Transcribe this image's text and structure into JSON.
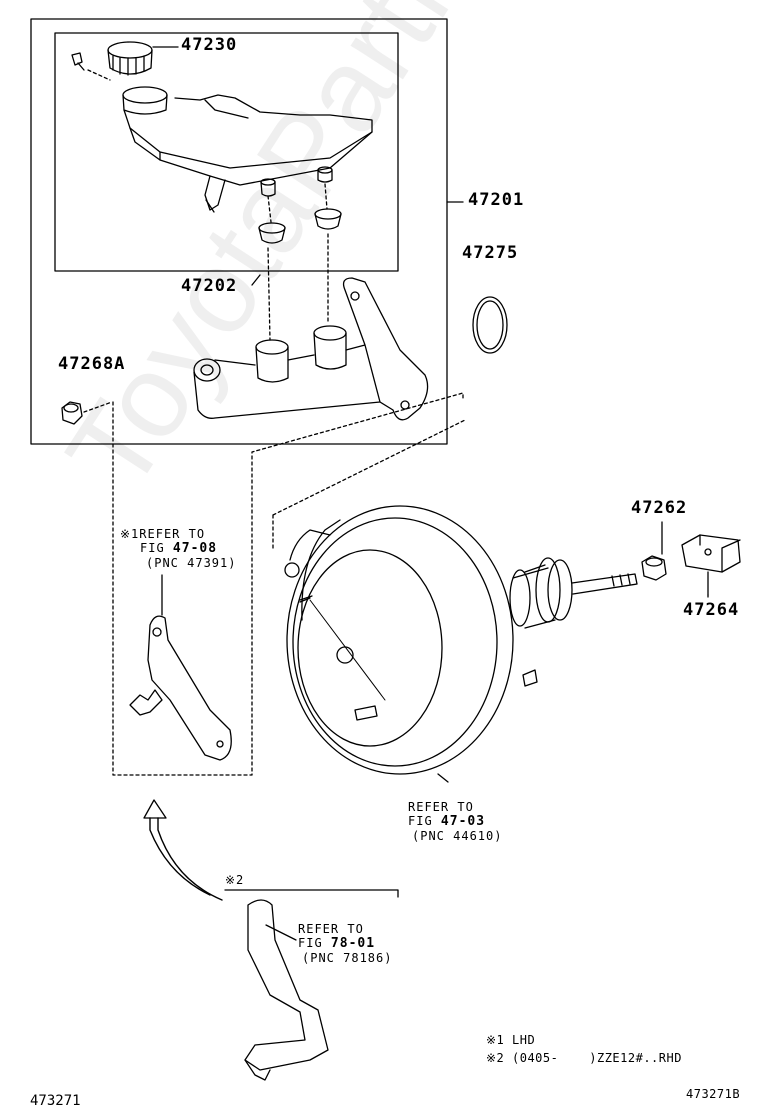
{
  "parts": {
    "p47230": "47230",
    "p47202": "47202",
    "p47201": "47201",
    "p47275": "47275",
    "p47268A": "47268A",
    "p47262": "47262",
    "p47264": "47264"
  },
  "refs": {
    "bracket_lhd": {
      "mark": "※1",
      "line1": "REFER TO",
      "fig_prefix": "FIG",
      "fig": "47-08",
      "pnc": "(PNC 47391)"
    },
    "booster": {
      "line1": "REFER TO",
      "fig_prefix": "FIG",
      "fig": "47-03",
      "pnc": "(PNC 44610)"
    },
    "bracket_rhd": {
      "mark": "※2",
      "line1": "REFER TO",
      "fig_prefix": "FIG",
      "fig": "78-01",
      "pnc": "(PNC 78186)"
    }
  },
  "notes": {
    "note1": "※1 LHD",
    "note2": "※2 (0405-    )ZZE12#..RHD"
  },
  "codes": {
    "left": "473271",
    "right": "473271B"
  },
  "watermark": "ToyotaPartMine.ru"
}
